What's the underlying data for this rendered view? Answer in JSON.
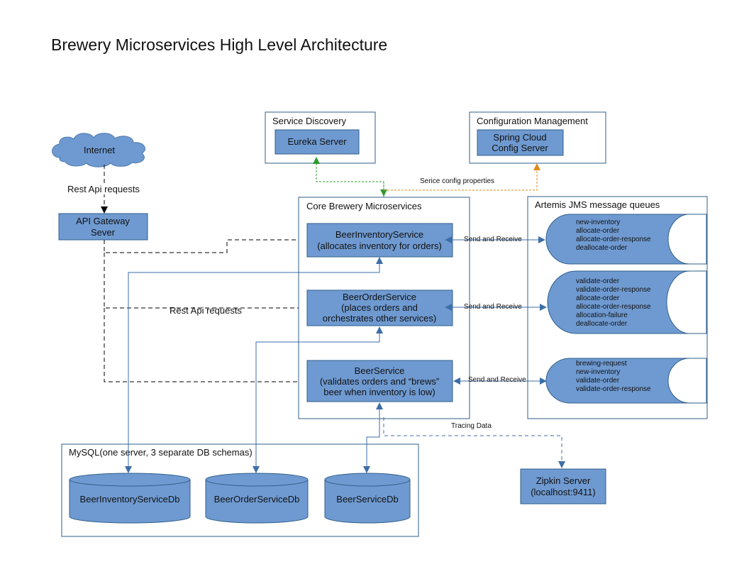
{
  "title": "Brewery Microservices High Level Architecture",
  "internet": {
    "label": "Internet"
  },
  "rest_api_label_top": "Rest Api requests",
  "rest_api_label_mid": "Rest Api requests",
  "gateway": {
    "line1": "API Gateway",
    "line2": "Sever"
  },
  "service_discovery": {
    "title": "Service Discovery",
    "server": "Eureka Server"
  },
  "config_mgmt": {
    "title": "Configuration Management",
    "line1": "Spring Cloud",
    "line2": "Config Server"
  },
  "config_props_label": "Serice config properties",
  "core": {
    "title": "Core Brewery Microservices",
    "inventory": {
      "line1": "BeerInventoryService",
      "line2": "(allocates inventory for orders)"
    },
    "order": {
      "line1": "BeerOrderService",
      "line2": "(places orders and",
      "line3": "orchestrates other services)"
    },
    "beer": {
      "line1": "BeerService",
      "line2": "(validates orders and “brews”",
      "line3": "beer when inventory is low)"
    }
  },
  "artemis": {
    "title": "Artemis JMS message queues",
    "queues1": [
      "new-inventory",
      "allocate-order",
      "allocate-order-response",
      "deallocate-order"
    ],
    "queues2": [
      "validate-order",
      "validate-order-response",
      "allocate-order",
      "allocate-order-response",
      "allocation-failure",
      "deallocate-order"
    ],
    "queues3": [
      "brewing-request",
      "new-inventory",
      "validate-order",
      "validate-order-response"
    ]
  },
  "send_receive": [
    "Send and Receive",
    "Send and Receive",
    "Send and Receive"
  ],
  "tracing_label": "Tracing Data",
  "mysql": {
    "title": "MySQL(one server, 3 separate DB schemas)",
    "db1": "BeerInventoryServiceDb",
    "db2": "BeerOrderServiceDb",
    "db3": "BeerServiceDb"
  },
  "zipkin": {
    "line1": "Zipkin Server",
    "line2": "(localhost:9411)"
  },
  "colors": {
    "fill": "#6f9ad1",
    "border": "#2f5f8a",
    "arrow_blue": "#3e6ea8",
    "green": "#2e9a2e",
    "orange": "#e08a1a"
  }
}
